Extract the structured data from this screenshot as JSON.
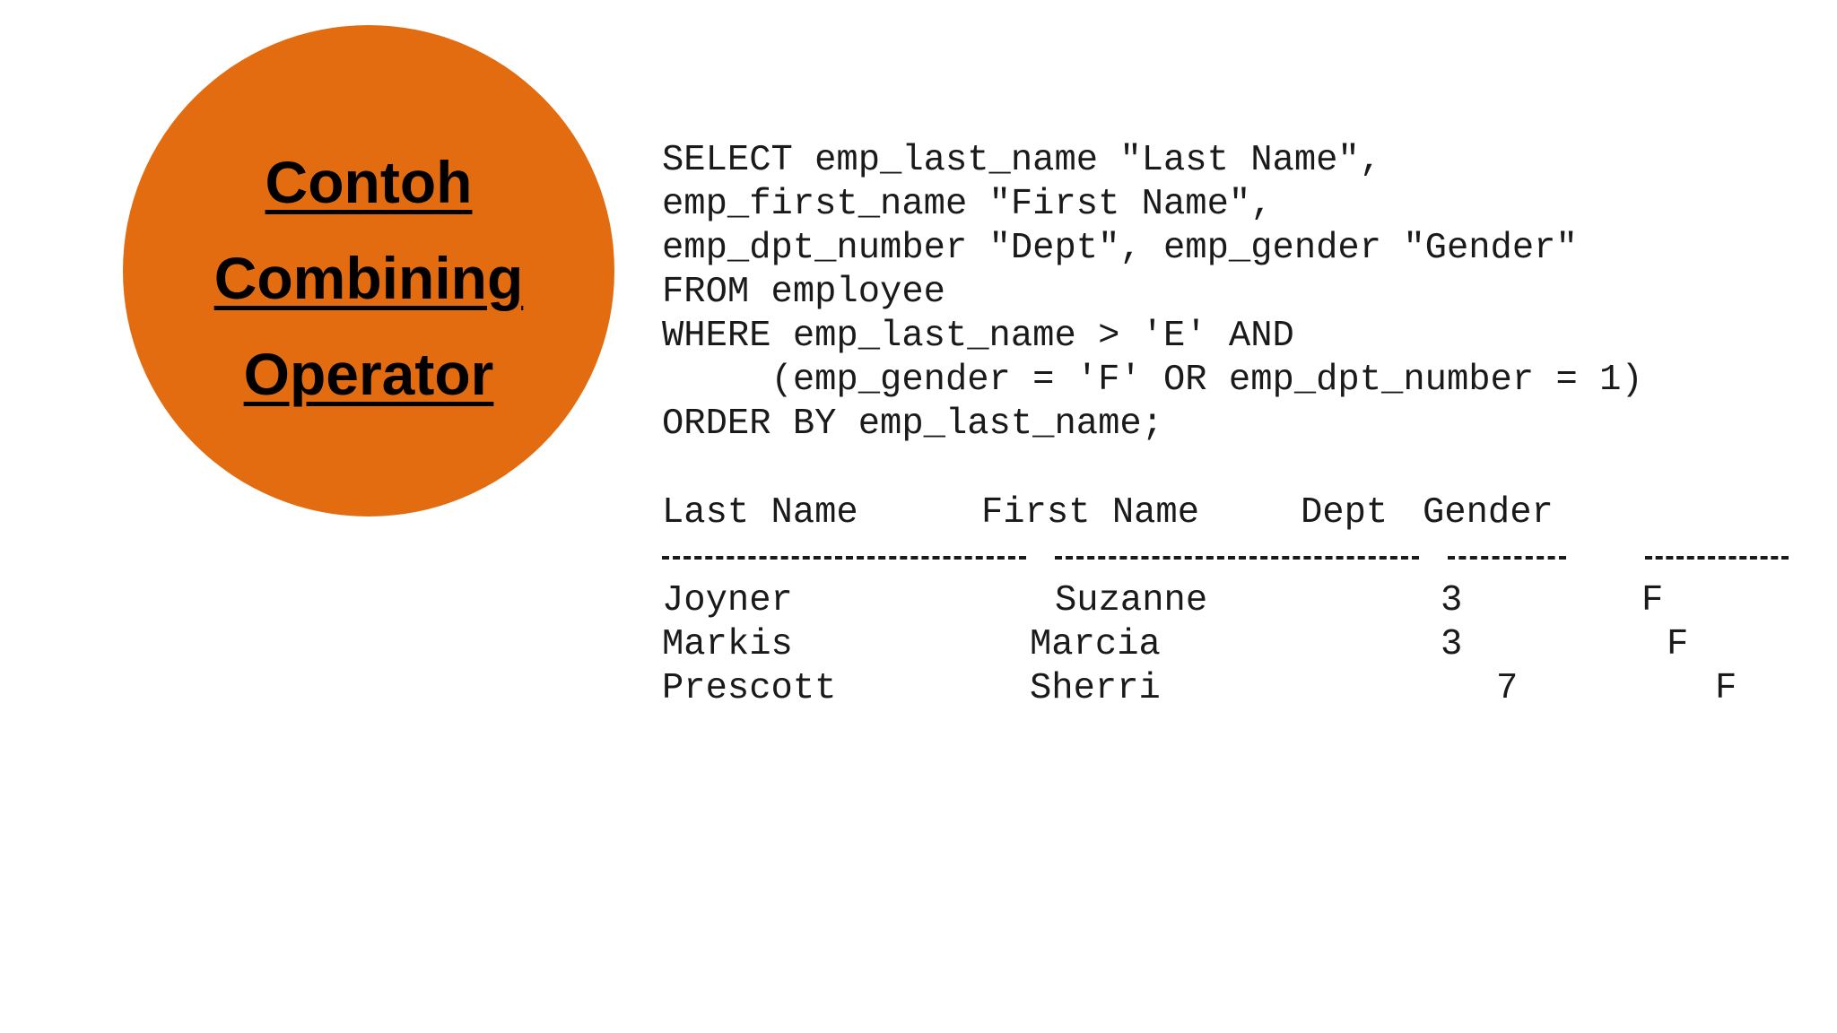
{
  "title_lines": [
    "Contoh",
    "Combining",
    "Operator"
  ],
  "query_lines": [
    "SELECT emp_last_name \"Last Name\",",
    "emp_first_name \"First Name\",",
    "emp_dpt_number \"Dept\", emp_gender \"Gender\"",
    "FROM employee",
    "WHERE emp_last_name > 'E' AND",
    "     (emp_gender = 'F' OR emp_dpt_number = 1)",
    "ORDER BY emp_last_name;"
  ],
  "result_table": {
    "headers": [
      "Last Name",
      "First Name",
      "Dept",
      "Gender"
    ],
    "rows": [
      [
        "Joyner",
        "Suzanne",
        "3",
        "F"
      ],
      [
        "Markis",
        "Marcia",
        "3",
        "F"
      ],
      [
        "Prescott",
        "Sherri",
        "7",
        "F"
      ]
    ]
  },
  "colors": {
    "circle": "#e36c10",
    "text": "#1a1a1a"
  }
}
